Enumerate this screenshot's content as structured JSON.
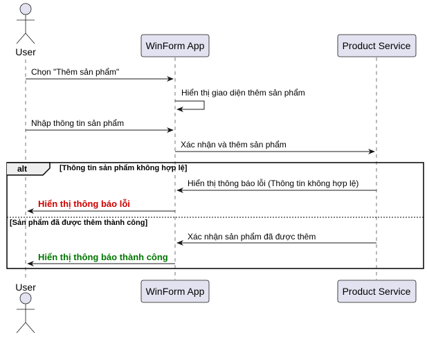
{
  "participants": {
    "user": "User",
    "winform": "WinForm App",
    "product_service": "Product Service"
  },
  "messages": [
    {
      "text": "Chọn \"Thêm sản phẩm\""
    },
    {
      "text": "Hiển thị giao diện thêm sản phẩm"
    },
    {
      "text": "Nhập thông tin sản phẩm"
    },
    {
      "text": "Xác nhận và thêm sản phẩm"
    },
    {
      "text": "Hiển thị thông báo lỗi (Thông tin không hợp lệ)"
    },
    {
      "text": "Hiển thị thông báo lỗi",
      "color": "#cc0000"
    },
    {
      "text": "Xác nhận sản phẩm đã được thêm"
    },
    {
      "text": "Hiển thị thông báo thành công",
      "color": "#007700"
    }
  ],
  "alt": {
    "keyword": "alt",
    "condition_1": "[Thông tin sản phẩm không hợp lệ]",
    "condition_2": "[Sản phẩm đã được thêm thành công]"
  },
  "colors": {
    "participant_fill": "#e2e2f0",
    "participant_border": "#181818",
    "lifeline": "#181818",
    "error_text": "#cc0000",
    "success_text": "#007700"
  }
}
